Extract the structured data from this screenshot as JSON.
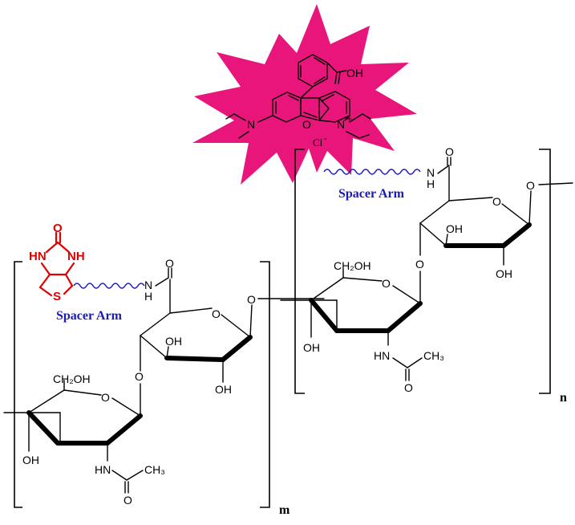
{
  "colors": {
    "star": "#e8157a",
    "biotin": "#e00000",
    "spacer": "#1a1ab4",
    "bonds": "#000000"
  },
  "icons": [
    "starburst-icon"
  ],
  "rhodamine": {
    "acid": "OH",
    "n_left": "N",
    "n_right": "N",
    "charge": "+",
    "ring_o": "O",
    "counterion": "Cl",
    "counterion_charge": "-"
  },
  "biotin": {
    "carbonyl_o": "O",
    "nh_left": "HN",
    "nh_right": "NH",
    "sulfur": "S"
  },
  "spacers": {
    "left": {
      "caption": "Spacer Arm",
      "amide": "H",
      "amide_n": "N"
    },
    "right": {
      "caption": "Spacer Arm",
      "amide": "H",
      "amide_n": "N"
    }
  },
  "left_unit": {
    "carbonyl_o": "O",
    "ring_o_a": "O",
    "glyco_o": "O",
    "oh_a": "OH",
    "oh_b": "OH",
    "ch2oh": "CH₂OH",
    "ring_o_b": "O",
    "oh_c": "OH",
    "hn": "HN",
    "ch3": "CH₃",
    "acetyl_o": "O",
    "index": "m"
  },
  "linker_o": "O",
  "right_unit": {
    "carbonyl_o": "O",
    "ring_o_a": "O",
    "end_o": "O",
    "glyco_o": "O",
    "oh_a": "OH",
    "oh_b": "OH",
    "ch2oh": "CH₂OH",
    "ring_o_b": "O",
    "oh_c": "OH",
    "hn": "HN",
    "ch3": "CH₃",
    "acetyl_o": "O",
    "index": "n"
  }
}
